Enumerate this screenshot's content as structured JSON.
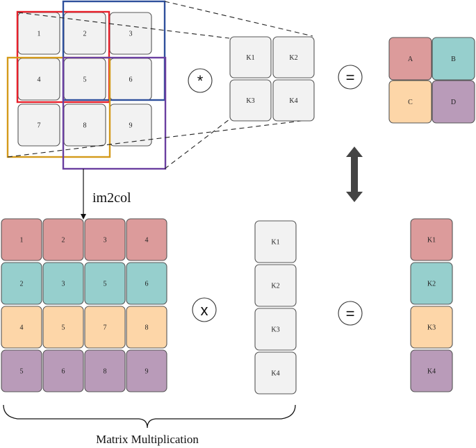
{
  "input_grid": [
    "1",
    "2",
    "3",
    "4",
    "5",
    "6",
    "7",
    "8",
    "9"
  ],
  "kernel": [
    "K1",
    "K2",
    "K3",
    "K4"
  ],
  "output": [
    "A",
    "B",
    "C",
    "D"
  ],
  "operators": {
    "convolve": "*",
    "equals": "=",
    "multiply": "x"
  },
  "im2col_label": "im2col",
  "matrix": [
    [
      "1",
      "2",
      "3",
      "4"
    ],
    [
      "2",
      "3",
      "5",
      "6"
    ],
    [
      "4",
      "5",
      "7",
      "8"
    ],
    [
      "5",
      "6",
      "8",
      "9"
    ]
  ],
  "kernel_column": [
    "K1",
    "K2",
    "K3",
    "K4"
  ],
  "result_column": [
    "K1",
    "K2",
    "K3",
    "K4"
  ],
  "caption": "Matrix Multiplication",
  "colors": {
    "cell_gray": "#f2f2f2",
    "red_fill": "#dc9b9b",
    "teal_fill": "#96cfcd",
    "orange_fill": "#fdd6a8",
    "purple_fill": "#b99bb9",
    "window_red": "#e8202a",
    "window_blue": "#2e4f9c",
    "window_gold": "#d49a1a",
    "window_purple": "#6a3fa0"
  }
}
